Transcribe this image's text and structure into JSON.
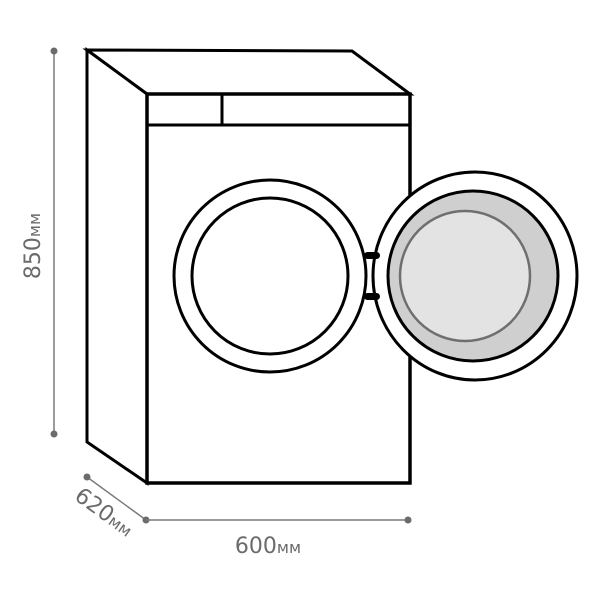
{
  "diagram": {
    "subject": "front-loading washing machine, door open",
    "dimensions": {
      "height": {
        "value": "850",
        "unit": "мм"
      },
      "depth": {
        "value": "620",
        "unit": "мм"
      },
      "width": {
        "value": "600",
        "unit": "мм"
      }
    },
    "colors": {
      "outline": "#000000",
      "dimension_line": "#7a7a7a",
      "dimension_text": "#6b6b6b",
      "drum_outer": "#cfcfcf",
      "drum_inner": "#e3e3e3",
      "drum_ring": "#6f6f6f"
    }
  }
}
